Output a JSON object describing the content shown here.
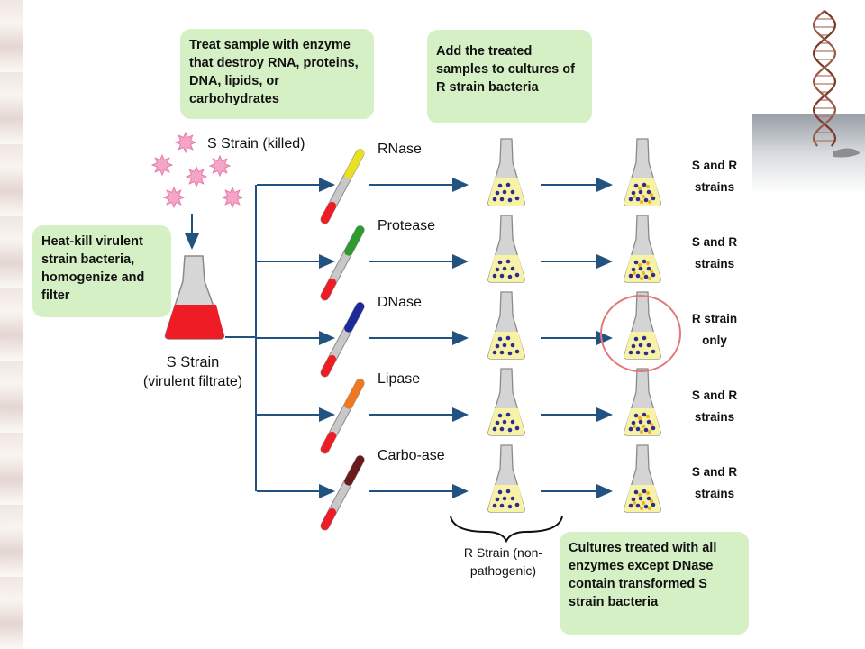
{
  "notes": {
    "treat_sample": "Treat sample with enzyme that destroy RNA, proteins, DNA, lipids, or carbohydrates",
    "add_samples": "Add the treated samples to cultures of R strain bacteria",
    "heat_kill": "Heat-kill virulent strain bacteria, homogenize and filter",
    "conclusion": "Cultures treated with all enzymes except DNase contain transformed S strain bacteria"
  },
  "labels": {
    "s_strain_killed": "S Strain (killed)",
    "s_strain_title": "S Strain",
    "s_strain_sub": "(virulent filtrate)",
    "r_strain": "R Strain (non-pathogenic)"
  },
  "rows": [
    {
      "enzyme": "RNase",
      "tip_color": "#e8e020",
      "result": "S and R strains",
      "s_present": true
    },
    {
      "enzyme": "Protease",
      "tip_color": "#2f9a2f",
      "result": "S and R strains",
      "s_present": true
    },
    {
      "enzyme": "DNase",
      "tip_color": "#1c2a9a",
      "result": "R strain only",
      "s_present": false
    },
    {
      "enzyme": "Lipase",
      "tip_color": "#f07820",
      "result": "S and R strains",
      "s_present": true
    },
    {
      "enzyme": "Carbo-ase",
      "tip_color": "#6a1a1a",
      "result": "S and R strains",
      "s_present": true
    }
  ],
  "colors": {
    "note_bg": "#d6f0c6",
    "arrow": "#22527f",
    "filtrate": "#ee1c24",
    "r_bacteria": "#2a2f8f",
    "s_bacteria": "#f2b21c",
    "culture_medium": "#f7f2a6",
    "highlight_circle": "#e07a7a"
  },
  "highlight_row": 2
}
